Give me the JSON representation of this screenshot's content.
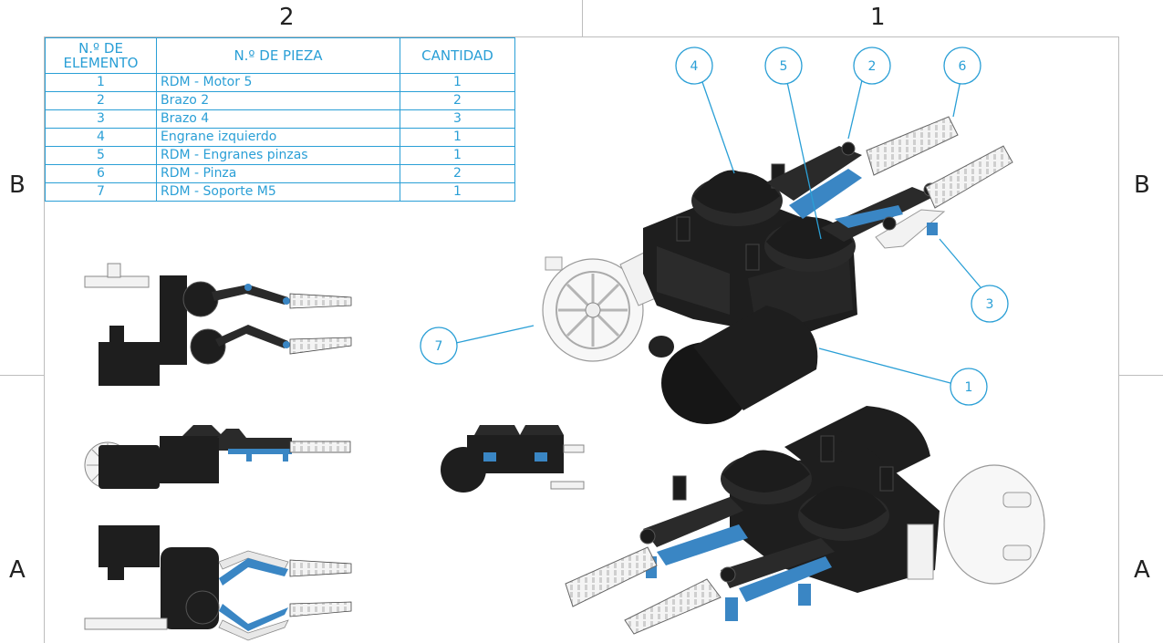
{
  "zones": {
    "top_left": "2",
    "top_right": "1",
    "left_upper": "B",
    "left_lower": "A",
    "right_upper": "B",
    "right_lower": "A"
  },
  "bom": {
    "headers": [
      "N.º DE ELEMENTO",
      "N.º DE PIEZA",
      "CANTIDAD"
    ],
    "rows": [
      {
        "item": "1",
        "part": "RDM - Motor 5",
        "qty": "1"
      },
      {
        "item": "2",
        "part": "Brazo 2",
        "qty": "2"
      },
      {
        "item": "3",
        "part": "Brazo 4",
        "qty": "3"
      },
      {
        "item": "4",
        "part": "Engrane izquierdo",
        "qty": "1"
      },
      {
        "item": "5",
        "part": "RDM - Engranes pinzas",
        "qty": "1"
      },
      {
        "item": "6",
        "part": "RDM - Pinza",
        "qty": "2"
      },
      {
        "item": "7",
        "part": "RDM - Soporte M5",
        "qty": "1"
      }
    ]
  },
  "balloons": [
    "4",
    "5",
    "2",
    "6",
    "3",
    "7",
    "1"
  ],
  "colors": {
    "annotation": "#2a9fd6",
    "part_black": "#1e1e1e",
    "part_blue": "#3a86c4",
    "part_white": "#f2f2f2"
  }
}
